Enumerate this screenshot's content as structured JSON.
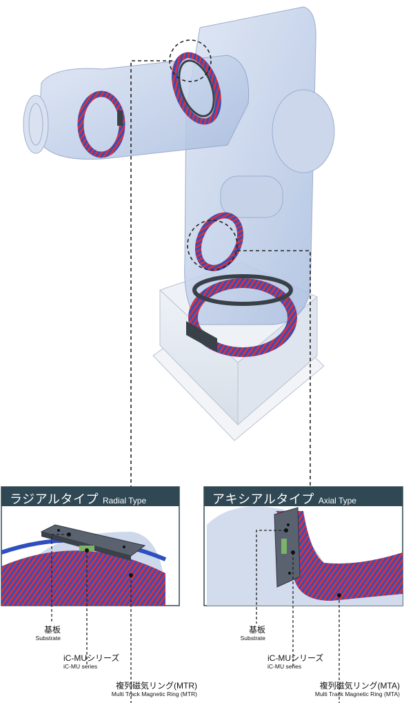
{
  "panels": {
    "radial": {
      "title_jp": "ラジアルタイプ",
      "title_en": "Radial Type"
    },
    "axial": {
      "title_jp": "アキシアルタイプ",
      "title_en": "Axial Type"
    }
  },
  "labels": {
    "radial": {
      "substrate_jp": "基板",
      "substrate_en": "Substrate",
      "icmu_jp": "iC-MUシリーズ",
      "icmu_en": "iC-MU series",
      "ring_jp": "複列磁気リング(MTR)",
      "ring_en": "Multi Track Magnetic Ring (MTR)"
    },
    "axial": {
      "substrate_jp": "基板",
      "substrate_en": "Substrate",
      "icmu_jp": "iC-MUシリーズ",
      "icmu_en": "iC-MU series",
      "ring_jp": "複列磁気リング(MTA)",
      "ring_en": "Multi Track Magnetic Ring (MTA)"
    }
  },
  "colors": {
    "header": "#2f4854",
    "robot_fill": "#c9d6ea",
    "robot_stroke": "#8aa0c6",
    "ring_red": "#d8303a",
    "ring_blue": "#2f4fc0",
    "ring_dark": "#3a4048"
  }
}
